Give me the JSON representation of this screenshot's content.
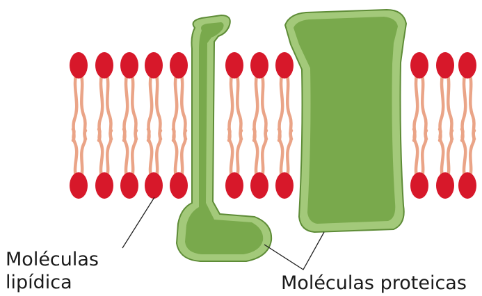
{
  "labels": {
    "lipid_line1": "Moléculas",
    "lipid_line2": "lipídica",
    "protein": "Moléculas proteicas"
  },
  "colors": {
    "lipid_head": "#d7182a",
    "lipid_tail": "#eaa487",
    "protein_fill": "#79a94c",
    "protein_rim": "#a3c97a",
    "protein_edge": "#5e8c37",
    "leader_line": "#222222"
  }
}
